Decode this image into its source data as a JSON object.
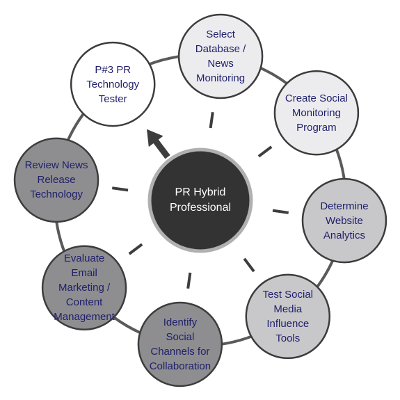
{
  "colors": {
    "ring": "#5a5a5a",
    "node_border": "#3c3c3c",
    "node_white": "#ffffff",
    "node_light": "#ececef",
    "node_mid": "#c8c8cb",
    "node_dark": "#8e8e91",
    "center_fill": "#333333",
    "center_border": "#b0b0b0",
    "text_blue": "#1f1f6b",
    "text_white": "#ffffff",
    "arrow": "#3d3d3d"
  },
  "center": {
    "label": "PR Hybrid\nProfessional"
  },
  "nodes": [
    {
      "id": "select-database",
      "label": "Select\nDatabase /\nNews\nMonitoring",
      "fill": "node_light"
    },
    {
      "id": "create-social-monitoring",
      "label": "Create Social\nMonitoring\nProgram",
      "fill": "node_light"
    },
    {
      "id": "determine-website-analytics",
      "label": "Determine\nWebsite\nAnalytics",
      "fill": "node_mid"
    },
    {
      "id": "test-social-media",
      "label": "Test Social\nMedia\nInfluence\nTools",
      "fill": "node_mid"
    },
    {
      "id": "identify-social-channels",
      "label": "Identify\nSocial\nChannels for\nCollaboration",
      "fill": "node_dark"
    },
    {
      "id": "evaluate-email-marketing",
      "label": "Evaluate\nEmail\nMarketing /\nContent\nManagement",
      "fill": "node_dark"
    },
    {
      "id": "review-news-release",
      "label": "Review News\nRelease\nTechnology",
      "fill": "node_dark"
    },
    {
      "id": "pr-technology-tester",
      "label": "P#3 PR\nTechnology\nTester",
      "fill": "node_white"
    }
  ],
  "highlight_arrow_to": "pr-technology-tester"
}
